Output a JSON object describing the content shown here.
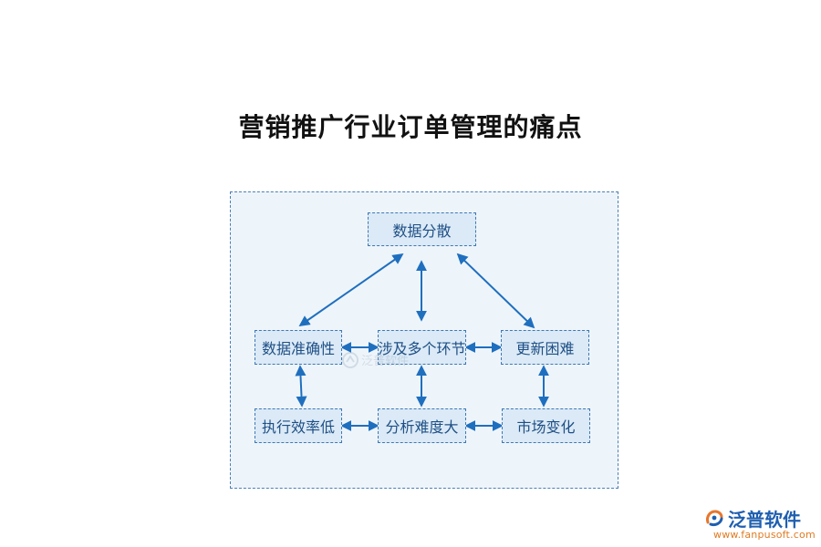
{
  "title": "营销推广行业订单管理的痛点",
  "diagram": {
    "nodes": [
      {
        "id": "data-scattered",
        "label": "数据分散"
      },
      {
        "id": "data-accuracy",
        "label": "数据准确性"
      },
      {
        "id": "multiple-links",
        "label": "涉及多个环节"
      },
      {
        "id": "update-difficult",
        "label": "更新困难"
      },
      {
        "id": "low-efficiency",
        "label": "执行效率低"
      },
      {
        "id": "analysis-difficult",
        "label": "分析难度大"
      },
      {
        "id": "market-change",
        "label": "市场变化"
      }
    ],
    "edges": [
      {
        "from": "data-scattered",
        "to": "data-accuracy",
        "direction": "both"
      },
      {
        "from": "data-scattered",
        "to": "multiple-links",
        "direction": "both"
      },
      {
        "from": "data-scattered",
        "to": "update-difficult",
        "direction": "both"
      },
      {
        "from": "data-accuracy",
        "to": "multiple-links",
        "direction": "both"
      },
      {
        "from": "multiple-links",
        "to": "update-difficult",
        "direction": "both"
      },
      {
        "from": "data-accuracy",
        "to": "low-efficiency",
        "direction": "both"
      },
      {
        "from": "multiple-links",
        "to": "analysis-difficult",
        "direction": "both"
      },
      {
        "from": "update-difficult",
        "to": "market-change",
        "direction": "both"
      },
      {
        "from": "low-efficiency",
        "to": "analysis-difficult",
        "direction": "both"
      },
      {
        "from": "analysis-difficult",
        "to": "market-change",
        "direction": "both"
      }
    ],
    "colors": {
      "panel_fill": "#eef5fa",
      "panel_border": "#4a7fb6",
      "node_fill": "#dbeaf6",
      "node_border": "#3f78b5",
      "node_text": "#1f4f86",
      "arrow": "#1f6fbf"
    }
  },
  "watermark": {
    "text": "泛普软件",
    "icon": "fanpu-logo-icon"
  },
  "logo": {
    "name": "泛普软件",
    "url": "www.fanpusoft.com",
    "icon": "fanpu-logo-icon",
    "colors": {
      "text": "#1f5fb0",
      "url": "#e07b22",
      "accent": "#e8762d"
    }
  }
}
